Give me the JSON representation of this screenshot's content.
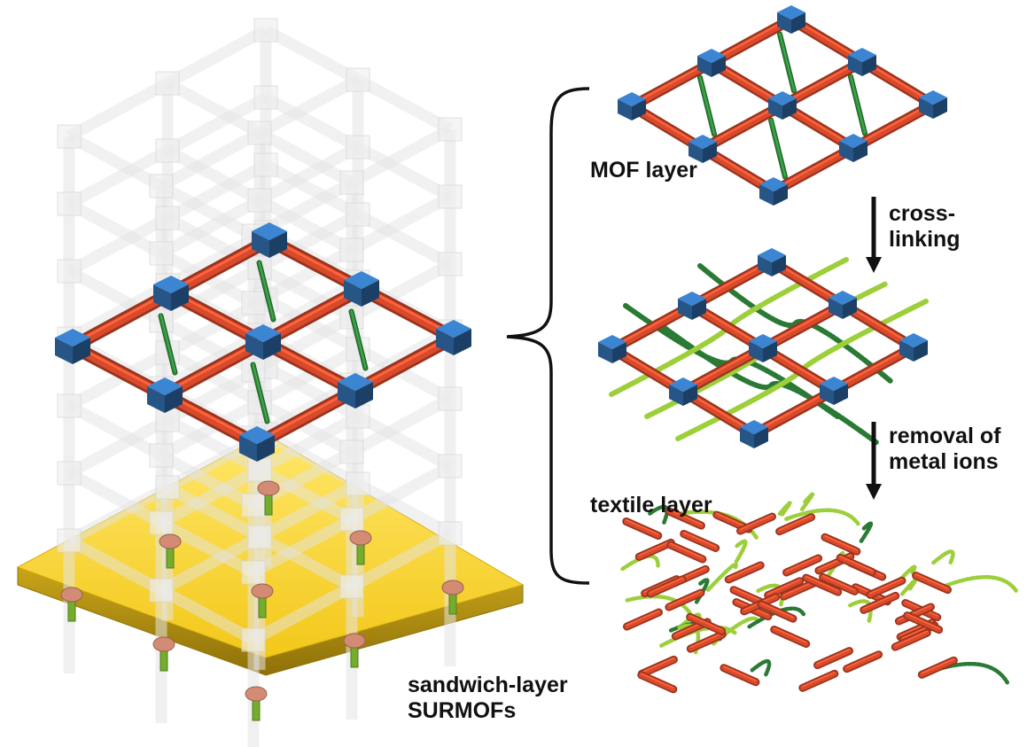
{
  "labels": {
    "mof_layer": "MOF layer",
    "textile_layer": "textile layer",
    "cross_linking_line1": "cross-",
    "cross_linking_line2": "linking",
    "removal_line1": "removal of",
    "removal_line2": "metal ions",
    "sandwich_line1": "sandwich-layer",
    "sandwich_line2": "SURMOFs"
  },
  "colors": {
    "metal_node": "#2f6aa8",
    "linker": "#d94a2c",
    "pillar": "#2f8a3a",
    "crosslink_dark": "#2a7a35",
    "crosslink_light": "#9ccf3a",
    "substrate": "#f5cf2a",
    "substrate_edge": "#b89310",
    "ghost_frame": "#e4e4e4",
    "anchor_cap": "#d48b74",
    "anchor_stem": "#74ad2c"
  },
  "icons": [
    "brace-icon",
    "down-arrow-icon"
  ]
}
